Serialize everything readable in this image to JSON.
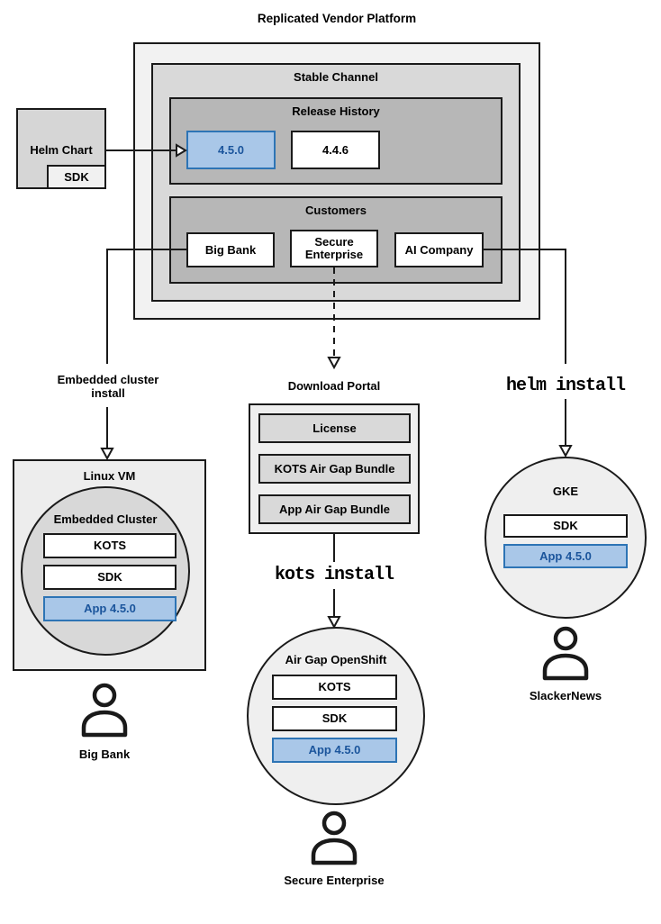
{
  "title": "Replicated Vendor Platform",
  "colors": {
    "highlight-fill": "#a9c7e8",
    "highlight-border": "#2d74b5",
    "highlight-text": "#1b559c"
  },
  "platform": {
    "stable_channel": {
      "title": "Stable Channel",
      "release_history": {
        "title": "Release History",
        "releases": [
          {
            "version": "4.5.0",
            "highlighted": true
          },
          {
            "version": "4.4.6",
            "highlighted": false
          }
        ]
      },
      "customers": {
        "title": "Customers",
        "items": [
          {
            "name": "Big Bank"
          },
          {
            "name": "Secure Enterprise"
          },
          {
            "name": "AI Company"
          }
        ]
      }
    }
  },
  "helm_chart": {
    "label": "Helm Chart",
    "sdk": "SDK"
  },
  "left_flow": {
    "edge_label": "Embedded cluster install",
    "vm_title": "Linux VM",
    "cluster_title": "Embedded Cluster",
    "components": [
      {
        "label": "KOTS",
        "highlighted": false
      },
      {
        "label": "SDK",
        "highlighted": false
      },
      {
        "label": "App 4.5.0",
        "highlighted": true
      }
    ],
    "user": "Big Bank"
  },
  "middle_flow": {
    "portal_title": "Download Portal",
    "portal_items": [
      {
        "label": "License"
      },
      {
        "label": "KOTS Air Gap Bundle"
      },
      {
        "label": "App Air Gap Bundle"
      }
    ],
    "command": "kots install",
    "cluster_title": "Air Gap OpenShift",
    "components": [
      {
        "label": "KOTS",
        "highlighted": false
      },
      {
        "label": "SDK",
        "highlighted": false
      },
      {
        "label": "App 4.5.0",
        "highlighted": true
      }
    ],
    "user": "Secure Enterprise"
  },
  "right_flow": {
    "command": "helm install",
    "cluster_title": "GKE",
    "components": [
      {
        "label": "SDK",
        "highlighted": false
      },
      {
        "label": "App 4.5.0",
        "highlighted": true
      }
    ],
    "user": "SlackerNews"
  }
}
